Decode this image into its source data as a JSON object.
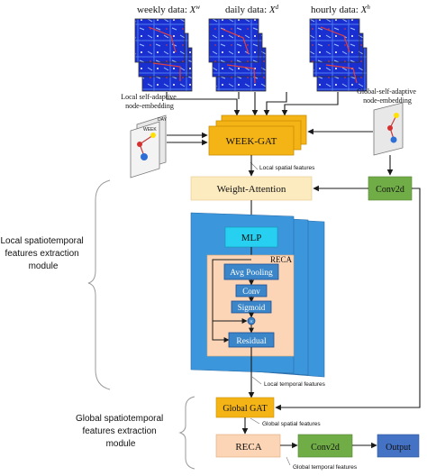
{
  "inputs": {
    "weekly_label": "weekly data:",
    "weekly_symbol": "X",
    "weekly_sup": "w",
    "daily_label": "daily data:",
    "daily_symbol": "X",
    "daily_sup": "d",
    "hourly_label": "hourly data:",
    "hourly_symbol": "X",
    "hourly_sup": "h"
  },
  "embeddings": {
    "local_line1": "Local self-adaptive",
    "local_line2": "node-embedding",
    "local_card_back": "DAY",
    "local_card_front": "WEEK",
    "global_line1": "Global-self-adaptive",
    "global_line2": "node-embedding"
  },
  "blocks": {
    "week_gat": "WEEK-GAT",
    "weight_attention": "Weight-Attention",
    "conv2d_top": "Conv2d",
    "mlp": "MLP",
    "reca_inner_title": "RECA",
    "avg_pooling": "Avg Pooling",
    "conv": "Conv",
    "sigmoid": "Sigmoid",
    "multiply": "×",
    "residual": "Residual",
    "global_gat": "Global GAT",
    "reca_bottom": "RECA",
    "conv2d_bottom": "Conv2d",
    "output": "Output"
  },
  "annotations": {
    "local_spatial": "Local spatial features",
    "local_temporal": "Local temporal features",
    "global_spatial": "Global spatial features",
    "global_temporal": "Global temporal features"
  },
  "modules": {
    "local_line1": "Local spatiotemporal",
    "local_line2": "features extraction",
    "local_line3": "module",
    "global_line1": "Global spatiotemporal",
    "global_line2": "features extraction",
    "global_line3": "module"
  },
  "colors": {
    "orange": "#f5b416",
    "pale_yellow": "#fdebc0",
    "green": "#70ad47",
    "blue_panel": "#3b96dc",
    "cyan": "#27d0f0",
    "peach": "#fbd5b5",
    "steel_blue": "#3b86c8",
    "navy": "#1f4e97",
    "output_blue": "#4472c4",
    "heatmap_bg": "#1a2fd0"
  }
}
